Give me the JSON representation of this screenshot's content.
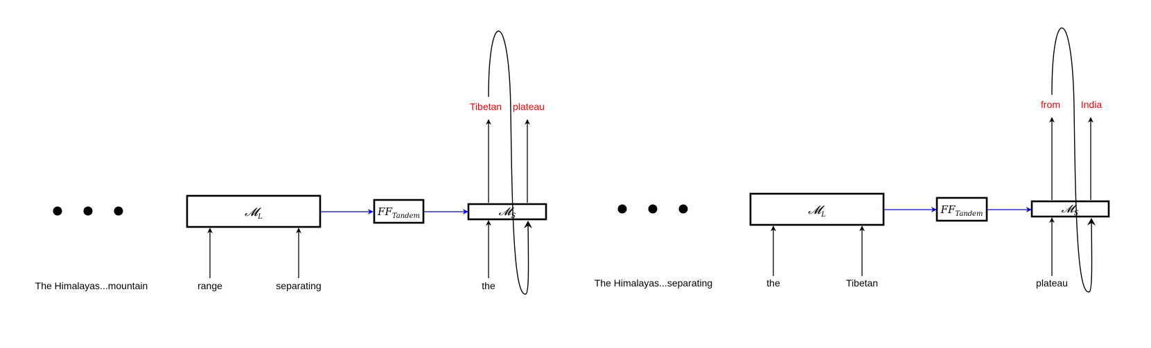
{
  "colors": {
    "output_text": "#ff0000",
    "flow_arrow": "#0000ff",
    "stroke": "#000000"
  },
  "panels": [
    {
      "context_label": "The Himalayas...mountain",
      "large_model": {
        "symbol": "𝓜",
        "subscript": "L"
      },
      "tandem_ff": {
        "symbol": "FF",
        "subscript": "Tandem"
      },
      "small_model": {
        "symbol": "𝓜",
        "subscript": "S"
      },
      "large_inputs": [
        "range",
        "separating"
      ],
      "small_input": "the",
      "outputs": [
        "Tibetan",
        "plateau"
      ]
    },
    {
      "context_label": "The Himalayas...separating",
      "large_model": {
        "symbol": "𝓜",
        "subscript": "L"
      },
      "tandem_ff": {
        "symbol": "FF",
        "subscript": "Tandem"
      },
      "small_model": {
        "symbol": "𝓜",
        "subscript": "S"
      },
      "large_inputs": [
        "the",
        "Tibetan"
      ],
      "small_input": "plateau",
      "outputs": [
        "from",
        "India"
      ]
    }
  ]
}
